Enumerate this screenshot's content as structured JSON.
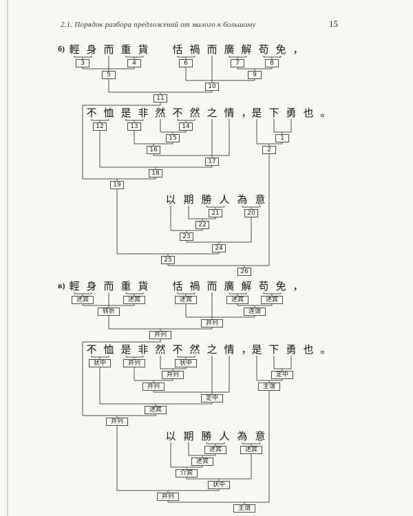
{
  "header": {
    "title": "2.1. Порядок разбора предложений от малого к большому",
    "page_number": "15"
  },
  "sections": [
    {
      "label": "б)",
      "lines": {
        "l1a": "輕身而重貨",
        "l1b": "恬禍而廣解苟免，",
        "l2a": "不恤是非然不然之情，",
        "l2b": "是下勇也。",
        "l3": "以期勝人為意"
      },
      "nodes": {
        "b3": "3",
        "b4": "4",
        "b5": "5",
        "b6": "6",
        "b7": "7",
        "b8": "8",
        "b9": "9",
        "b10": "10",
        "b11": "11",
        "b12": "12",
        "b13": "13",
        "b14": "14",
        "b15": "15",
        "b16": "16",
        "b17": "17",
        "b18": "18",
        "b19": "19",
        "b1": "1",
        "b2": "2",
        "b20": "20",
        "b21": "21",
        "b22": "22",
        "b23": "23",
        "b24": "24",
        "b25": "25",
        "b26": "26"
      }
    },
    {
      "label": "в)",
      "lines": {
        "l1a": "輕身而重貨",
        "l1b": "恬禍而廣解苟免，",
        "l2a": "不恤是非然不然之情，",
        "l2b": "是下勇也。",
        "l3": "以期勝人為意"
      },
      "nodes": {
        "b3": "述宾",
        "b4": "述宾",
        "b5": "转折",
        "b6": "述宾",
        "b7": "述宾",
        "b8": "述宾",
        "b9": "连谓",
        "b10": "并列",
        "b11": "并列",
        "b12": "状中",
        "b13": "并列",
        "b14": "状中",
        "b15": "并列",
        "b16": "并列",
        "b17": "定中",
        "b18": "述宾",
        "b19": "并列",
        "b1": "定中",
        "b2": "主谓",
        "b20": "述宾",
        "b21": "述宾",
        "b22": "述宾",
        "b23": "介宾",
        "b24": "状中",
        "b25": "并列",
        "b26": "主谓"
      }
    }
  ]
}
